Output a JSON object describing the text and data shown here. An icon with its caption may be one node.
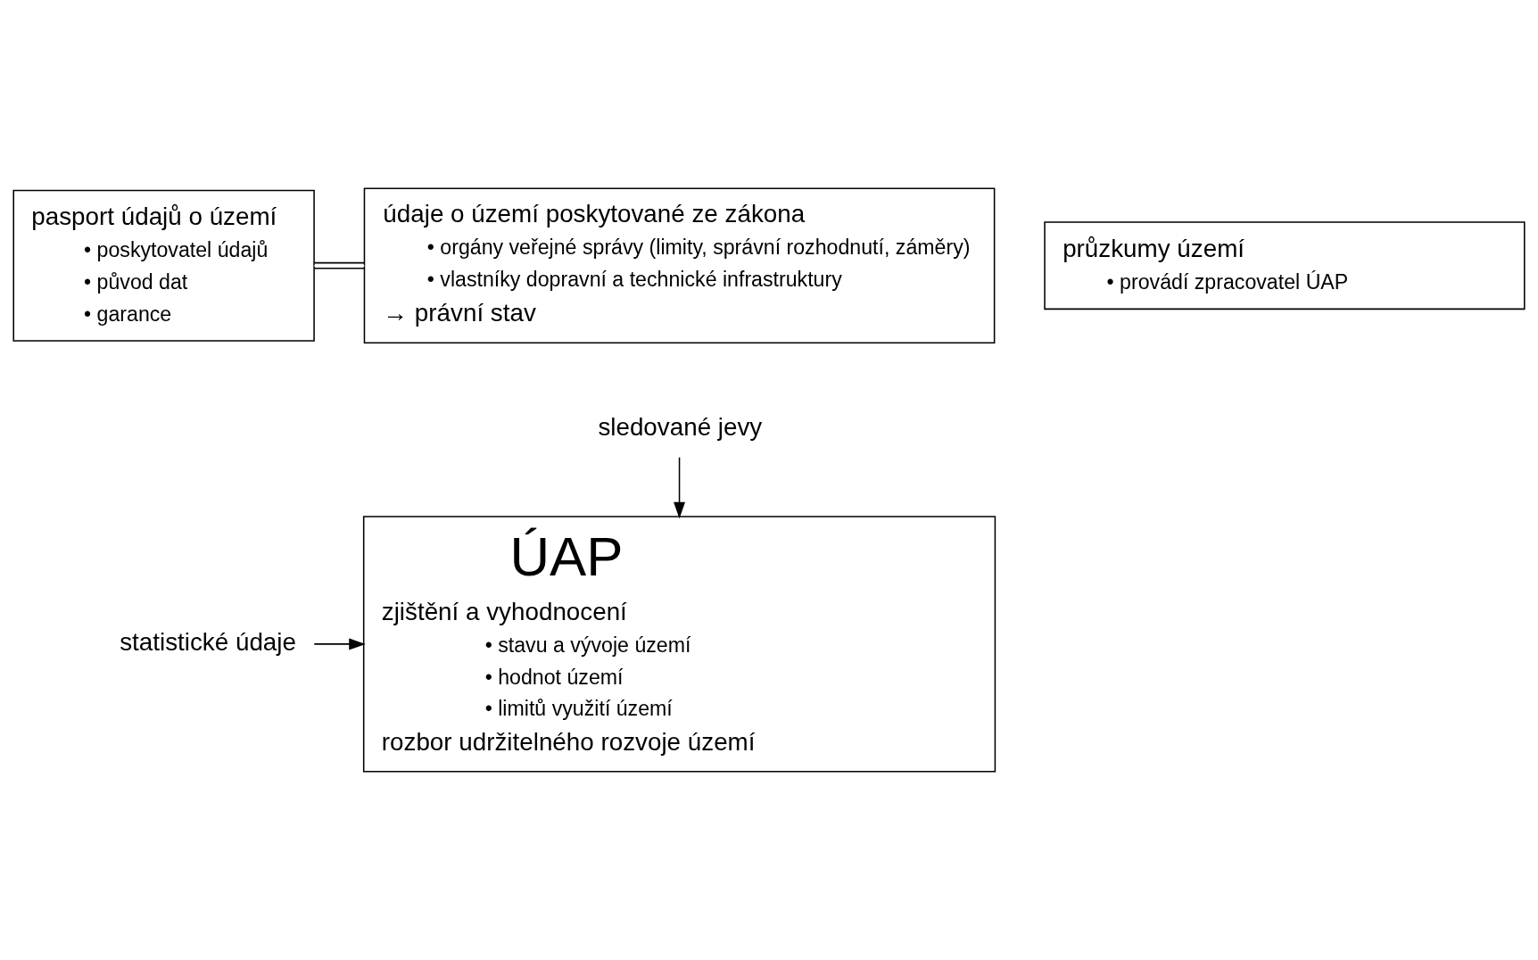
{
  "diagram": {
    "nodes": [
      {
        "text": [
          "pasport údajů o území",
          "• poskytovatel údajů",
          "• původ dat",
          "• garance"
        ]
      },
      {
        "text": [
          "údaje o území poskytované ze zákona",
          "• orgány veřejné správy (limity, správní rozhodnutí, záměry)",
          "• vlastníky dopravní a technické infrastruktury",
          "→ právní stav"
        ]
      },
      {
        "text": [
          "průzkumy území",
          "• provádí zpracovatel ÚAP"
        ]
      },
      {
        "text": [
          "sledované jevy"
        ]
      },
      {
        "text": [
          "ÚAP",
          "zjištění a vyhodnocení",
          "• stavu a vývoje území",
          "• hodnot území",
          "• limitů využití území",
          "rozbor udržitelného rozvoje území"
        ]
      },
      {
        "text": [
          "statistické údaje"
        ]
      }
    ],
    "edges": [
      {
        "from": 0,
        "to": 1,
        "arrow": "none"
      },
      {
        "from": 3,
        "to": 4,
        "arrow": "to"
      },
      {
        "from": 5,
        "to": 4,
        "arrow": "to"
      }
    ]
  }
}
